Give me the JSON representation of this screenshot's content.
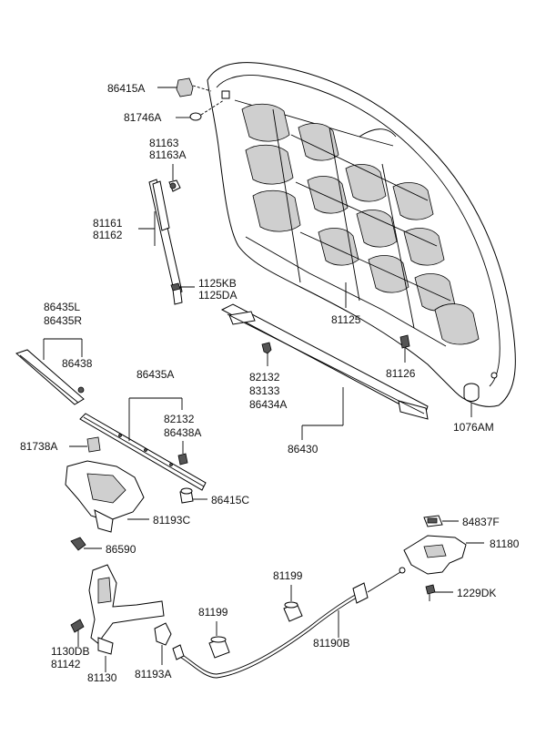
{
  "diagram": {
    "labels": {
      "p86415A_top": "86415A",
      "p81746A": "81746A",
      "p81163": "81163",
      "p81163A": "81163A",
      "p81161": "81161",
      "p81162": "81162",
      "p1125KB": "1125KB",
      "p1125DA": "1125DA",
      "p86435L": "86435L",
      "p86435R": "86435R",
      "p86438": "86438",
      "p86435A": "86435A",
      "p82132_mid": "82132",
      "p86438A": "86438A",
      "p81738A": "81738A",
      "p86415C": "86415C",
      "p81193C": "81193C",
      "p86590": "86590",
      "p81125": "81125",
      "p82132_right": "82132",
      "p83133": "83133",
      "p86434A": "86434A",
      "p86430": "86430",
      "p81126": "81126",
      "p1076AM": "1076AM",
      "p84837F": "84837F",
      "p81180": "81180",
      "p1229DK": "1229DK",
      "p81199_right": "81199",
      "p81199_left": "81199",
      "p81190B": "81190B",
      "p1130DB": "1130DB",
      "p81142": "81142",
      "p81130": "81130",
      "p81193A": "81193A"
    }
  }
}
